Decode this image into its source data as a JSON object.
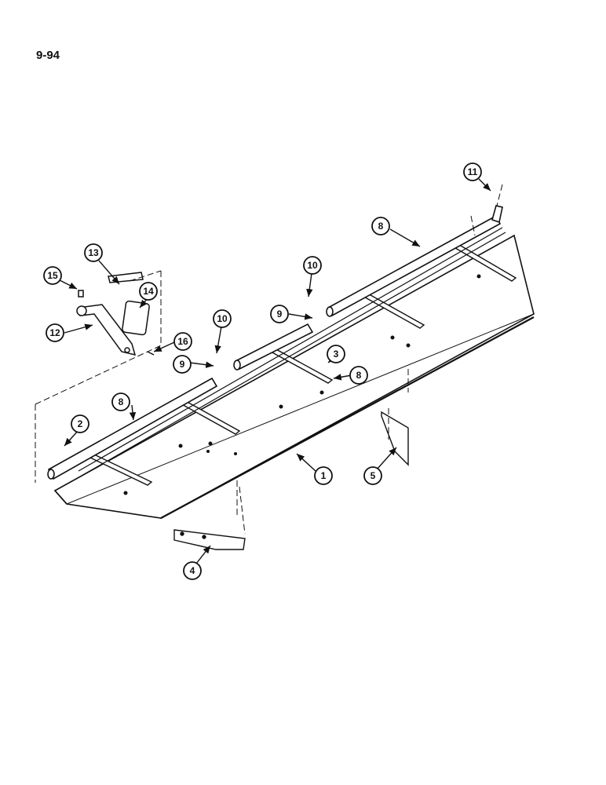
{
  "page": {
    "number": "9-94"
  },
  "callouts": [
    {
      "id": "c1",
      "label": "1"
    },
    {
      "id": "c2",
      "label": "2"
    },
    {
      "id": "c3",
      "label": "3"
    },
    {
      "id": "c4",
      "label": "4"
    },
    {
      "id": "c5",
      "label": "5"
    },
    {
      "id": "c8a",
      "label": "8"
    },
    {
      "id": "c8b",
      "label": "8"
    },
    {
      "id": "c8c",
      "label": "8"
    },
    {
      "id": "c9a",
      "label": "9"
    },
    {
      "id": "c9b",
      "label": "9"
    },
    {
      "id": "c10a",
      "label": "10"
    },
    {
      "id": "c10b",
      "label": "10"
    },
    {
      "id": "c11",
      "label": "11"
    },
    {
      "id": "c12",
      "label": "12"
    },
    {
      "id": "c13",
      "label": "13"
    },
    {
      "id": "c14",
      "label": "14"
    },
    {
      "id": "c15",
      "label": "15"
    },
    {
      "id": "c16",
      "label": "16"
    }
  ],
  "colors": {
    "line": "#111111",
    "background": "#ffffff"
  }
}
